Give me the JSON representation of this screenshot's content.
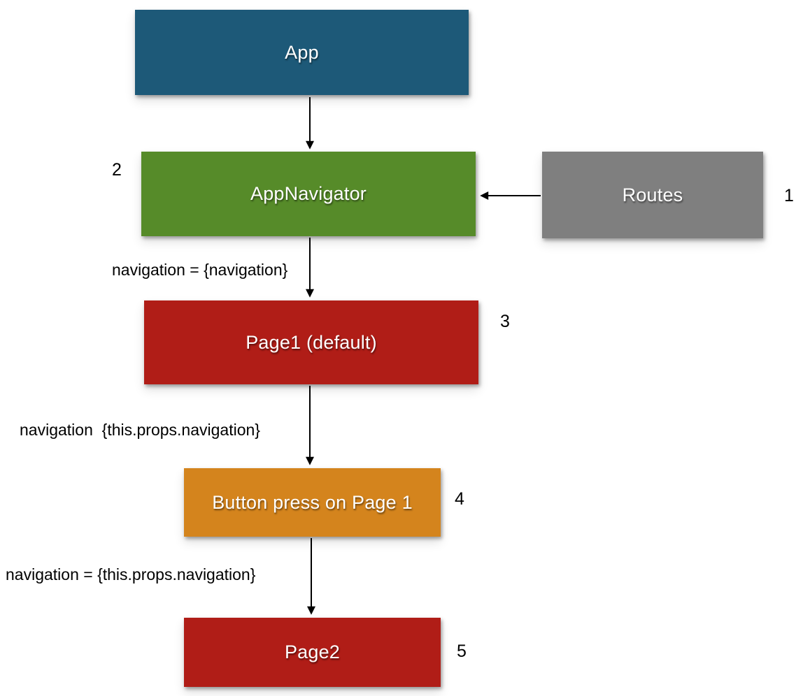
{
  "canvas": {
    "background": "#ffffff",
    "arrow_color": "#000000",
    "text_color": "#000000"
  },
  "nodes": {
    "app": {
      "label": "App",
      "color": "#1d5978"
    },
    "appnavigator": {
      "label": "AppNavigator",
      "color": "#568b29",
      "number": "2"
    },
    "routes": {
      "label": "Routes",
      "color": "#7f7f7f",
      "number": "1"
    },
    "page1": {
      "label": "Page1 (default)",
      "color": "#b01d17",
      "number": "3"
    },
    "button_press": {
      "label": "Button press on Page 1",
      "color": "#d4841d",
      "number": "4"
    },
    "page2": {
      "label": "Page2",
      "color": "#b01d17",
      "number": "5"
    }
  },
  "edges": {
    "appnavigator_to_page1_label": "navigation = {navigation}",
    "page1_to_button_label": "navigation  {this.props.navigation}",
    "button_to_page2_label": "navigation = {this.props.navigation}"
  }
}
